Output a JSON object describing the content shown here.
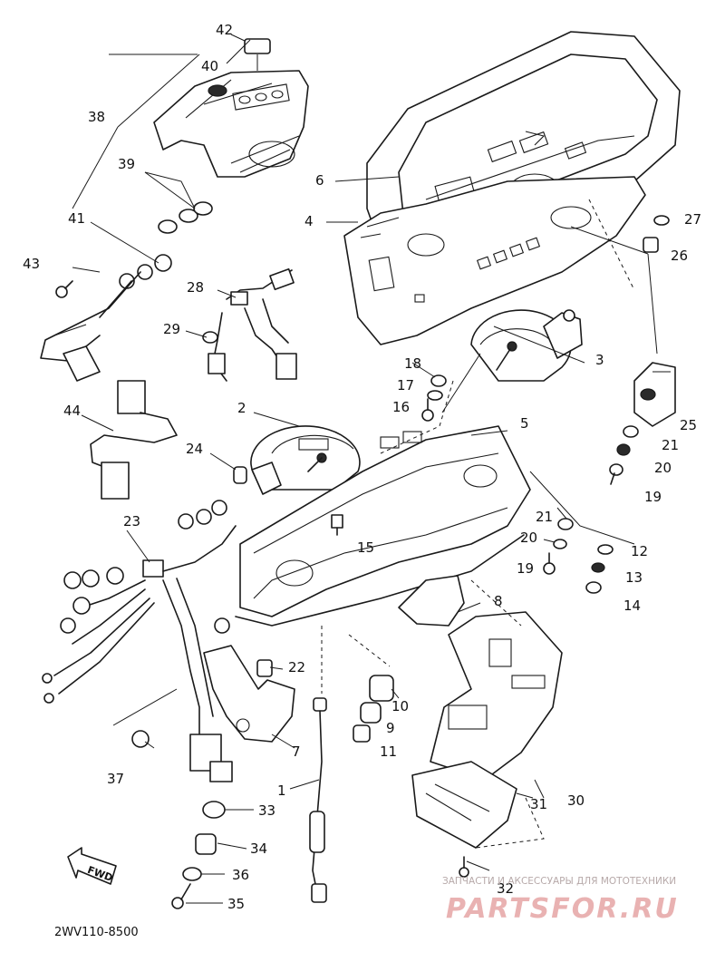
{
  "diagram": {
    "drawing_code": "2WV110-8500",
    "direction_label": "FWD",
    "callouts": [
      "42",
      "40",
      "38",
      "39",
      "41",
      "43",
      "6",
      "4",
      "27",
      "26",
      "28",
      "29",
      "3",
      "18",
      "17",
      "16",
      "25",
      "2",
      "5",
      "21",
      "20",
      "19",
      "24",
      "44",
      "23",
      "15",
      "21",
      "20",
      "12",
      "19",
      "13",
      "14",
      "8",
      "22",
      "10",
      "9",
      "11",
      "7",
      "37",
      "30",
      "31",
      "1",
      "33",
      "34",
      "36",
      "35",
      "32"
    ]
  },
  "watermark": {
    "tagline": "ЗАПЧАСТИ И АКСЕССУАРЫ ДЛЯ МОТОТЕХНИКИ",
    "brand": "PARTSFOR.RU",
    "color": "#e9b2b2"
  }
}
